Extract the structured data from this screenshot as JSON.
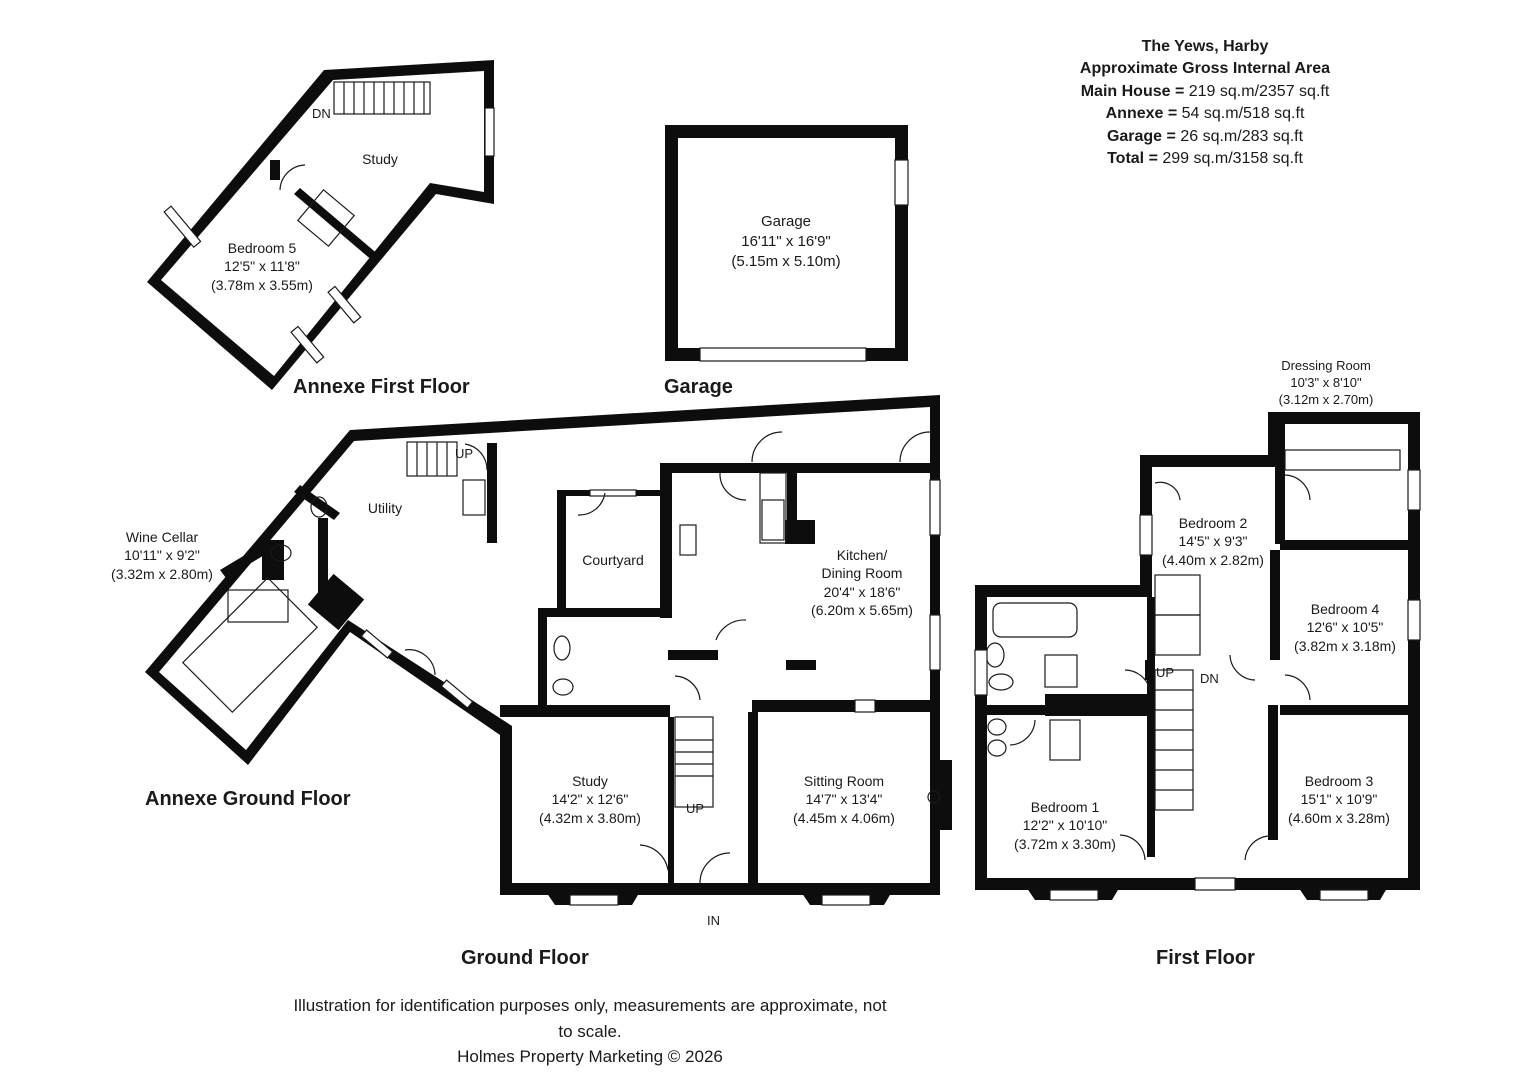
{
  "summary": {
    "property": "The Yews, Harby",
    "heading": "Approximate Gross Internal Area",
    "lines": [
      {
        "label": "Main House =",
        "value": "219 sq.m/2357 sq.ft"
      },
      {
        "label": "Annexe =",
        "value": "54 sq.m/518 sq.ft"
      },
      {
        "label": "Garage =",
        "value": "26 sq.m/283 sq.ft"
      },
      {
        "label": "Total =",
        "value": "299 sq.m/3158 sq.ft"
      }
    ]
  },
  "floors": {
    "annexe_first": "Annexe First Floor",
    "garage": "Garage",
    "annexe_ground": "Annexe Ground Floor",
    "ground": "Ground Floor",
    "first": "First Floor"
  },
  "rooms": {
    "annexe_study": {
      "name": "Study"
    },
    "bedroom5": {
      "name": "Bedroom 5",
      "imperial": "12'5\" x 11'8\"",
      "metric": "(3.78m x 3.55m)"
    },
    "garage": {
      "name": "Garage",
      "imperial": "16'11\" x 16'9\"",
      "metric": "(5.15m x 5.10m)"
    },
    "wine_cellar": {
      "name": "Wine Cellar",
      "imperial": "10'11\" x 9'2\"",
      "metric": "(3.32m x 2.80m)"
    },
    "utility": {
      "name": "Utility"
    },
    "courtyard": {
      "name": "Courtyard"
    },
    "kitchen": {
      "name": "Kitchen/",
      "name2": "Dining Room",
      "imperial": "20'4\" x 18'6\"",
      "metric": "(6.20m x 5.65m)"
    },
    "study": {
      "name": "Study",
      "imperial": "14'2\" x 12'6\"",
      "metric": "(4.32m x 3.80m)"
    },
    "sitting": {
      "name": "Sitting Room",
      "imperial": "14'7\" x 13'4\"",
      "metric": "(4.45m x 4.06m)"
    },
    "dressing": {
      "name": "Dressing Room",
      "imperial": "10'3\" x 8'10\"",
      "metric": "(3.12m x 2.70m)"
    },
    "bedroom2": {
      "name": "Bedroom 2",
      "imperial": "14'5\" x 9'3\"",
      "metric": "(4.40m x 2.82m)"
    },
    "bedroom4": {
      "name": "Bedroom 4",
      "imperial": "12'6\" x 10'5\"",
      "metric": "(3.82m x 3.18m)"
    },
    "bedroom1": {
      "name": "Bedroom 1",
      "imperial": "12'2\" x 10'10\"",
      "metric": "(3.72m x 3.30m)"
    },
    "bedroom3": {
      "name": "Bedroom 3",
      "imperial": "15'1\" x 10'9\"",
      "metric": "(4.60m x 3.28m)"
    }
  },
  "markers": {
    "dn": "DN",
    "up": "UP",
    "in": "IN"
  },
  "footer": {
    "disclaimer": "Illustration for identification purposes only, measurements are approximate, not to scale.",
    "credit": "Holmes Property Marketing © 2026"
  }
}
